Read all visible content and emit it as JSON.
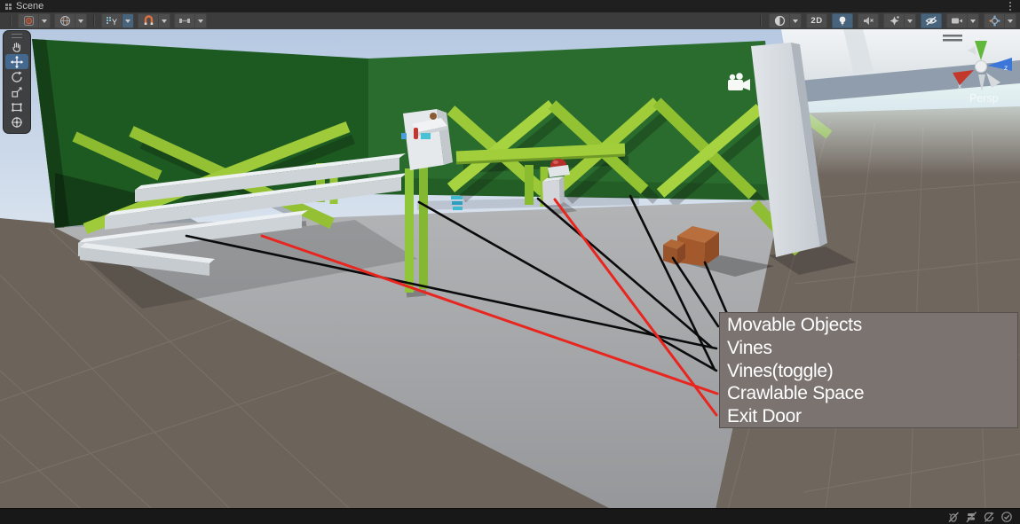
{
  "window": {
    "tab_label": "Scene"
  },
  "toolbar": {
    "two_d_label": "2D",
    "left_icons": [
      "draw-mode-icon",
      "shading-globe-icon",
      "grid-axis-y-icon",
      "snap-magnet-icon",
      "tool-handle-icon"
    ],
    "right_icons": [
      "render-doodads-icon",
      "2d-toggle",
      "lighting-icon",
      "audio-mute-icon",
      "effects-icon",
      "scene-visibility-icon",
      "camera-preview-icon",
      "gizmos-sphere-icon"
    ]
  },
  "tool_palette": {
    "tools": [
      "view-hand",
      "move",
      "rotate",
      "scale",
      "rect-transform",
      "transform"
    ],
    "active_tool": "move"
  },
  "viewport": {
    "projection_label": "Persp",
    "axis_labels": {
      "x": "x",
      "y": "y",
      "z": "z"
    }
  },
  "annotations": {
    "labels": [
      "Movable Objects",
      "Vines",
      "Vines(toggle)",
      "Crawlable Space",
      "Exit Door"
    ],
    "colors": {
      "line_black": "#0b0b0b",
      "line_red": "#e8251f",
      "box_bg": "#7b7370",
      "text": "#ffffff"
    }
  },
  "status_bar": {
    "icons": [
      "bug-disabled-icon",
      "cache-disabled-icon",
      "refresh-disabled-icon",
      "check-circle-icon"
    ]
  },
  "scene": {
    "colors": {
      "wall_left_green": "#1d5a21",
      "wall_right_green": "#2a6c2d",
      "vine_green": "#9fca3a",
      "floor_gray": "#a4a6a8",
      "ground_brown": "#6f665e",
      "crate_brown": "#a3592c",
      "sky_top": "#b6c9e2",
      "sky_bottom": "#e6ecf3"
    }
  }
}
